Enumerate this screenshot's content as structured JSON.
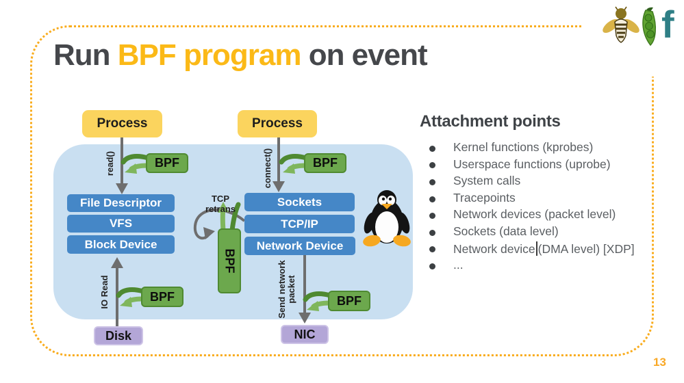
{
  "slide": {
    "title_prefix": "Run ",
    "title_highlight": "BPF program",
    "title_suffix": " on event",
    "page_number": "13"
  },
  "logo": {
    "icons": [
      "bee",
      "pea-pod",
      "f"
    ],
    "f_letter": "f"
  },
  "diagram": {
    "process_left": "Process",
    "process_right": "Process",
    "bpf_label": "BPF",
    "left_stack": [
      "File Descriptor",
      "VFS",
      "Block Device"
    ],
    "right_stack": [
      "Sockets",
      "TCP/IP",
      "Network Device"
    ],
    "disk": "Disk",
    "nic": "NIC",
    "labels": {
      "read": "read()",
      "connect": "connect()",
      "io_read": "IO Read",
      "send_packet": "Send network\npacket",
      "tcp_retrans": "TCP\nretrans"
    }
  },
  "attachment_points": {
    "heading": "Attachment points",
    "items": [
      "Kernel functions (kprobes)",
      "Userspace functions (uprobe)",
      "System calls",
      "Tracepoints",
      "Network devices (packet level)",
      "Sockets (data level)"
    ],
    "xdp_before_caret": "Network device",
    "xdp_after_caret": "(DMA level) [XDP]",
    "more": "..."
  },
  "colors": {
    "accent_yellow": "#FBB917",
    "border_dots": "#F9AC1D",
    "process_yellow": "#FBD45E",
    "kernel_bg": "#C9DFF1",
    "layer_blue": "#4587C7",
    "bpf_green": "#6CA84D",
    "device_purple": "#B3A6D7",
    "title_gray": "#45474B",
    "teal_f": "#2F7F86"
  }
}
